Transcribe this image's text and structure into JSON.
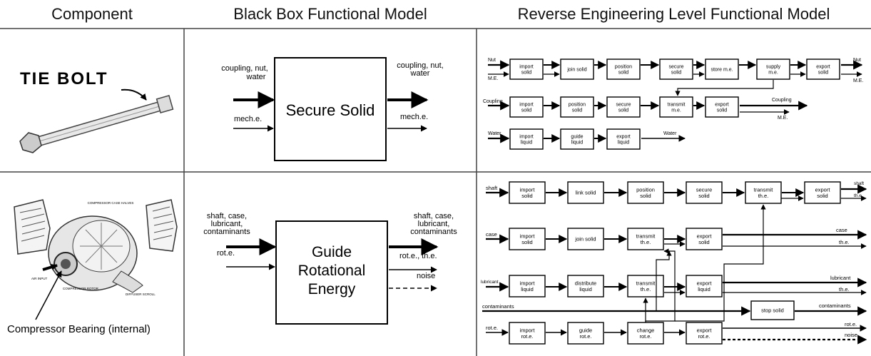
{
  "headers": {
    "component": "Component",
    "black_box": "Black Box Functional Model",
    "reverse": "Reverse Engineering Level Functional Model"
  },
  "row1": {
    "component_label": "TIE BOLT",
    "black_box": {
      "function": "Secure Solid",
      "in_top": [
        "coupling, nut,",
        "water"
      ],
      "in_bottom": "mech.e.",
      "out_top": [
        "coupling, nut,",
        "water"
      ],
      "out_bottom": "mech.e."
    },
    "reverse": {
      "chain1": [
        "import solid",
        "join solid",
        "position solid",
        "secure solid",
        "store m.e.",
        "supply m.e.",
        "export solid"
      ],
      "chain1_in": [
        "Nut",
        "M.E."
      ],
      "chain1_out": [
        "Nut",
        "M.E."
      ],
      "chain2": [
        "import solid",
        "position solid",
        "secure solid",
        "transmit m.e.",
        "export solid"
      ],
      "chain2_in": "Coupling",
      "chain2_out": [
        "Coupling",
        "M.E."
      ],
      "chain3": [
        "import liquid",
        "guide liquid",
        "export liquid"
      ],
      "chain3_in": "Water",
      "chain3_out": "Water"
    }
  },
  "row2": {
    "component_label": "Compressor Bearing (internal)",
    "illustration_labels": [
      "COMPRESSOR CASE HALVES",
      "AIR INPUT",
      "COMPRESSOR ROTOR",
      "DIFFUSER SCROLL"
    ],
    "black_box": {
      "function": [
        "Guide",
        "Rotational",
        "Energy"
      ],
      "inputs": [
        "shaft, case,",
        "lubricant,",
        "contaminants",
        "rot.e."
      ],
      "outputs": [
        "shaft, case,",
        "lubricant,",
        "contaminants",
        "rot.e., th.e.",
        "noise"
      ]
    },
    "reverse": {
      "r1": [
        "import solid",
        "link solid",
        "position solid",
        "secure solid",
        "transmit th.e.",
        "export solid"
      ],
      "r1_in": "shaft",
      "r1_out": [
        "shaft",
        "th.e."
      ],
      "r2": [
        "import solid",
        "join solid",
        "transmit th.e.",
        "export solid"
      ],
      "r2_in": "case",
      "r2_out": [
        "case",
        "th.e."
      ],
      "r3": [
        "import liquid",
        "distribute liquid",
        "transmit th.e.",
        "export liquid"
      ],
      "r3_in": "lubricant",
      "r3_out": [
        "lubricant",
        "th.e."
      ],
      "contaminants_in": "contaminants",
      "stop": "stop solid",
      "contaminants_out": "contaminants",
      "r5": [
        "import rot.e.",
        "guide rot.e.",
        "change rot.e.",
        "export rot.e."
      ],
      "r5_in": "rot.e.",
      "r5_out": [
        "rot.e.",
        "noise"
      ]
    }
  },
  "colors": {
    "line": "#000000",
    "grid": "#444444",
    "bg": "#ffffff"
  }
}
